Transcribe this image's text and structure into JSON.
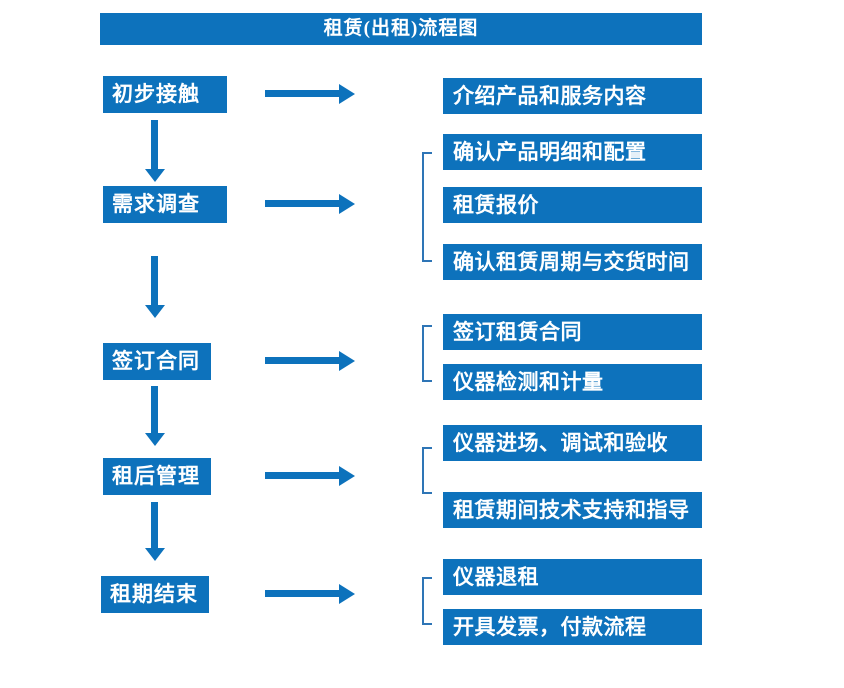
{
  "title": "租赁(出租)流程图",
  "colors": {
    "primary": "#0d72bc",
    "bracket": "#2e75b6"
  },
  "steps": [
    {
      "label": "初步接触",
      "details": [
        "介绍产品和服务内容"
      ]
    },
    {
      "label": "需求调查",
      "details": [
        "确认产品明细和配置",
        "租赁报价",
        "确认租赁周期与交货时间"
      ]
    },
    {
      "label": "签订合同",
      "details": [
        "签订租赁合同",
        "仪器检测和计量"
      ]
    },
    {
      "label": "租后管理",
      "details": [
        "仪器进场、调试和验收",
        "租赁期间技术支持和指导"
      ]
    },
    {
      "label": "租期结束",
      "details": [
        "仪器退租",
        "开具发票，付款流程"
      ]
    }
  ]
}
